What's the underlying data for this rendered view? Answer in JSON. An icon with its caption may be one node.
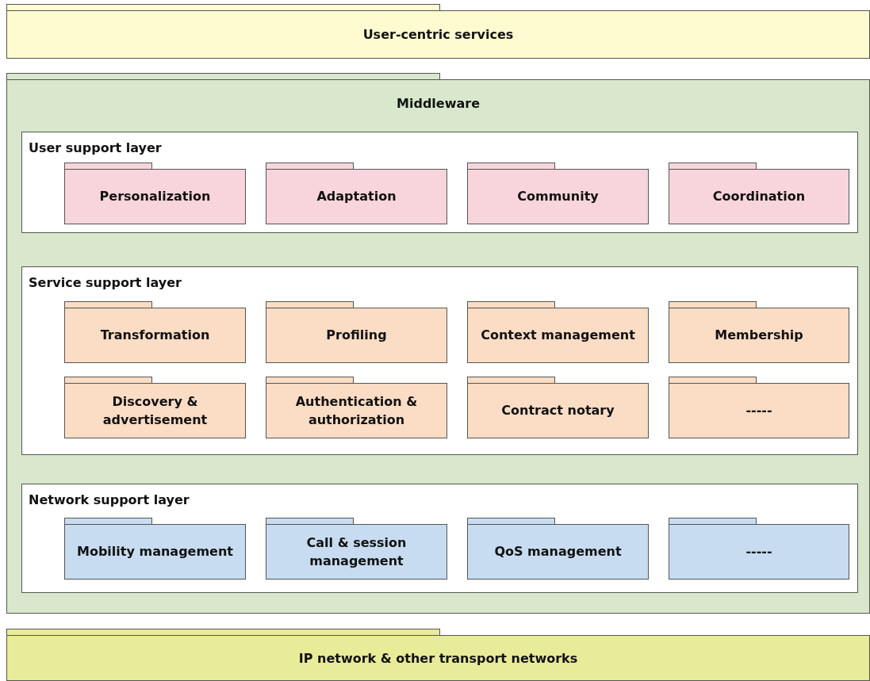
{
  "diagram": {
    "nodes": [
      {
        "text": [
          "User-centric services"
        ]
      },
      {
        "text": [
          "Middleware"
        ]
      },
      {
        "text": [
          "User support layer"
        ],
        "in": 1
      },
      {
        "text": [
          "Personalization"
        ],
        "in": 2
      },
      {
        "text": [
          "Adaptation"
        ],
        "in": 2
      },
      {
        "text": [
          "Community"
        ],
        "in": 2
      },
      {
        "text": [
          "Coordination"
        ],
        "in": 2
      },
      {
        "text": [
          "Service support layer"
        ],
        "in": 1
      },
      {
        "text": [
          "Transformation"
        ],
        "in": 7
      },
      {
        "text": [
          "Profiling"
        ],
        "in": 7
      },
      {
        "text": [
          "Context management"
        ],
        "in": 7
      },
      {
        "text": [
          "Membership"
        ],
        "in": 7
      },
      {
        "text": [
          "Discovery & advertisement"
        ],
        "in": 7
      },
      {
        "text": [
          "Authentication & authorization"
        ],
        "in": 7
      },
      {
        "text": [
          "Contract notary"
        ],
        "in": 7
      },
      {
        "text": [
          "-----"
        ],
        "in": 7
      },
      {
        "text": [
          "Network support layer"
        ],
        "in": 1
      },
      {
        "text": [
          "Mobility management"
        ],
        "in": 16
      },
      {
        "text": [
          "Call & session management"
        ],
        "in": 16
      },
      {
        "text": [
          "QoS management"
        ],
        "in": 16
      },
      {
        "text": [
          "-----"
        ],
        "in": 16
      },
      {
        "text": [
          "IP network & other transport networks"
        ]
      }
    ]
  }
}
